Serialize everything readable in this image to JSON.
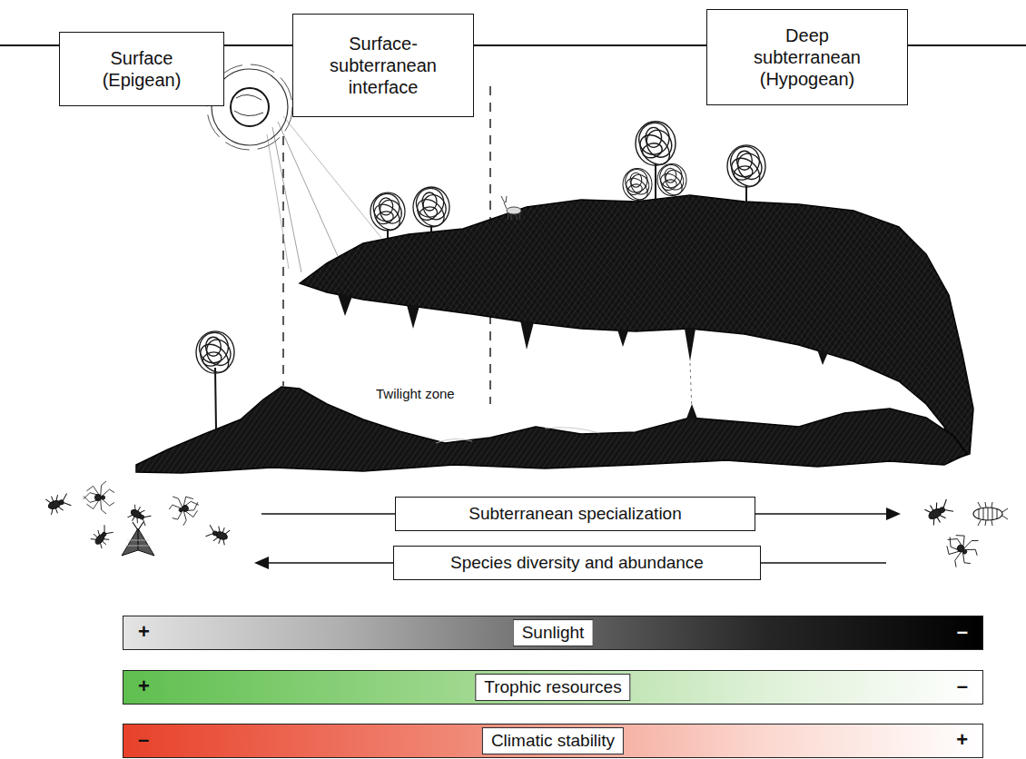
{
  "diagram": {
    "nodes": [
      {
        "text": [
          "Surface (Epigean)"
        ]
      },
      {
        "text": [
          "Surface- subterranean interface"
        ]
      },
      {
        "text": [
          "Deep subterranean (Hypogean)"
        ]
      },
      {
        "text": [
          "Subterranean specialization"
        ]
      },
      {
        "text": [
          "Species diversity and abundance"
        ]
      },
      {
        "text": [
          "+",
          "Sunlight",
          "–"
        ]
      },
      {
        "text": [
          "+",
          "Trophic resources",
          "–"
        ]
      },
      {
        "text": [
          "–",
          "Climatic stability",
          "+"
        ]
      }
    ],
    "labels": [
      "Twilight zone"
    ]
  }
}
